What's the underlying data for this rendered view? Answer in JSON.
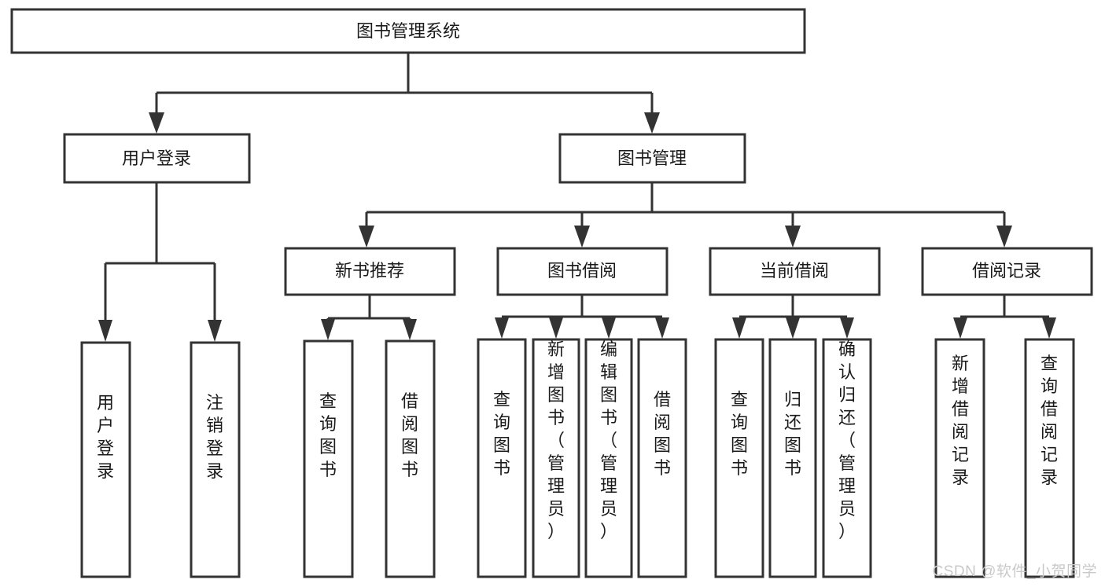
{
  "diagram": {
    "type": "tree-hierarchy",
    "title": "图书管理系统",
    "orientation": "top-down",
    "colors": {
      "box_stroke": "#333333",
      "box_fill": "#ffffff",
      "text": "#1a1a1a",
      "background": "#ffffff",
      "watermark": "#c9c9c9"
    },
    "levels": {
      "root": {
        "label": "图书管理系统"
      },
      "level2": [
        {
          "id": "user-login",
          "label": "用户登录"
        },
        {
          "id": "book-management",
          "label": "图书管理"
        }
      ],
      "level3": [
        {
          "id": "new-book-recommend",
          "label": "新书推荐",
          "parent": "book-management"
        },
        {
          "id": "book-borrow",
          "label": "图书借阅",
          "parent": "book-management"
        },
        {
          "id": "current-borrow",
          "label": "当前借阅",
          "parent": "book-management"
        },
        {
          "id": "borrow-record",
          "label": "借阅记录",
          "parent": "book-management"
        }
      ],
      "leaves": [
        {
          "id": "leaf-user-login",
          "label": "用户登录",
          "parent": "user-login"
        },
        {
          "id": "leaf-logout-login",
          "label": "注销登录",
          "parent": "user-login"
        },
        {
          "id": "leaf-query-book-1",
          "label": "查询图书",
          "parent": "new-book-recommend"
        },
        {
          "id": "leaf-borrow-book-1",
          "label": "借阅图书",
          "parent": "new-book-recommend"
        },
        {
          "id": "leaf-query-book-2",
          "label": "查询图书",
          "parent": "book-borrow"
        },
        {
          "id": "leaf-add-book",
          "label": "新增图书（管理员）",
          "parent": "book-borrow"
        },
        {
          "id": "leaf-edit-book",
          "label": "编辑图书（管理员）",
          "parent": "book-borrow"
        },
        {
          "id": "leaf-borrow-book-2",
          "label": "借阅图书",
          "parent": "book-borrow"
        },
        {
          "id": "leaf-query-book-3",
          "label": "查询图书",
          "parent": "current-borrow"
        },
        {
          "id": "leaf-return-book",
          "label": "归还图书",
          "parent": "current-borrow"
        },
        {
          "id": "leaf-confirm-return",
          "label": "确认归还（管理员）",
          "parent": "current-borrow"
        },
        {
          "id": "leaf-add-record",
          "label": "新增借阅记录",
          "parent": "borrow-record"
        },
        {
          "id": "leaf-query-record",
          "label": "查询借阅记录",
          "parent": "borrow-record"
        }
      ]
    },
    "watermark": "CSDN @软件_小贺同学"
  }
}
